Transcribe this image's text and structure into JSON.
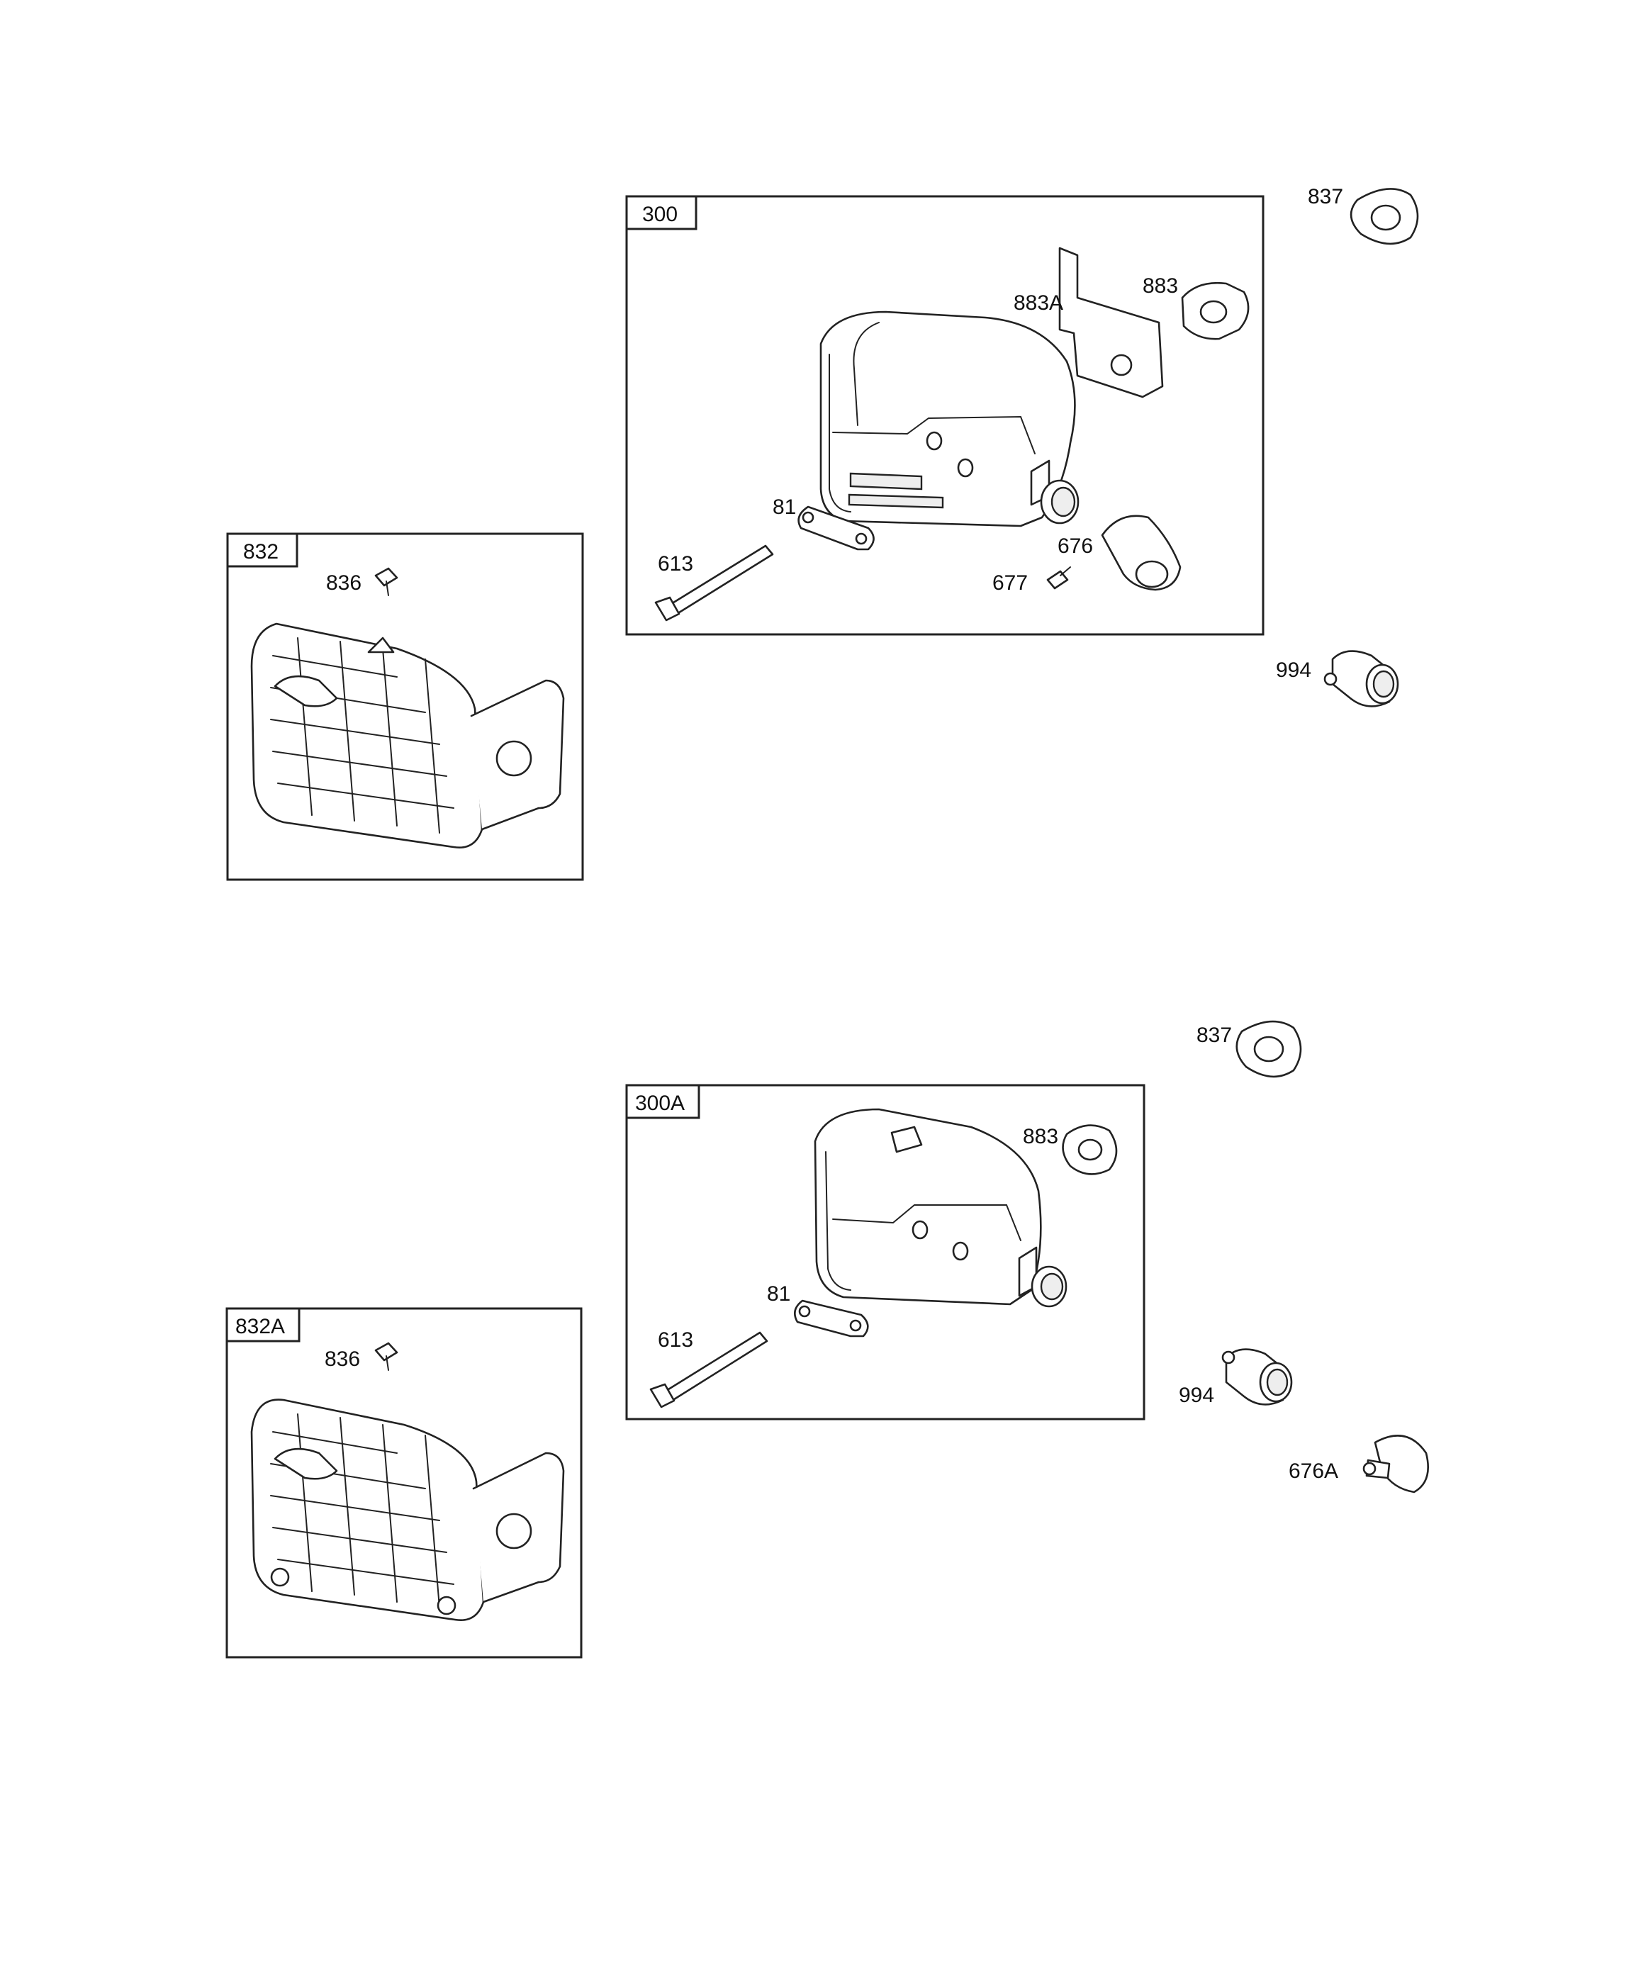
{
  "callouts": {
    "kit_300": "300",
    "kit_300A": "300A",
    "kit_832": "832",
    "kit_832A": "832A",
    "top_837": "837",
    "top_883A": "883A",
    "top_883": "883",
    "top_81": "81",
    "top_613": "613",
    "top_676": "676",
    "top_677": "677",
    "top_994": "994",
    "guard_836": "836",
    "bottom_837": "837",
    "bottom_883": "883",
    "bottom_81": "81",
    "bottom_613": "613",
    "bottom_994": "994",
    "bottom_676A": "676A",
    "guard2_836": "836"
  }
}
